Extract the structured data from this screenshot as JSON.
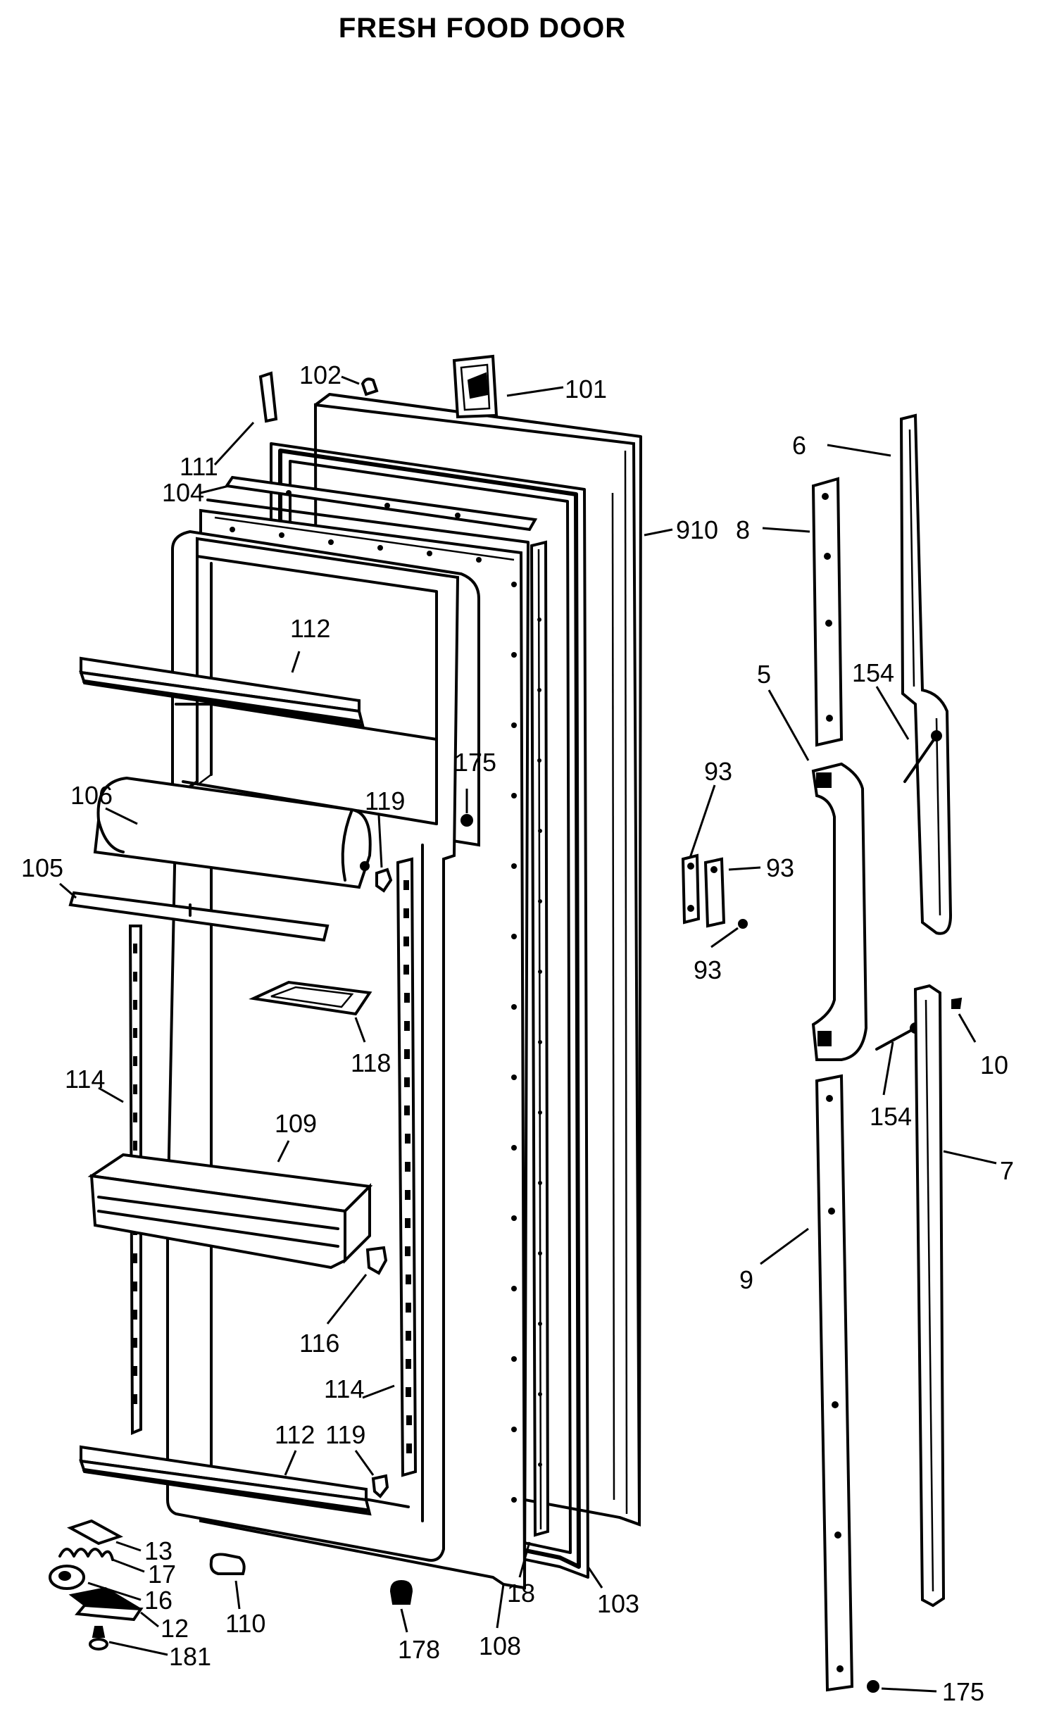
{
  "title": "FRESH FOOD DOOR",
  "callouts": {
    "c101": "101",
    "c102": "102",
    "c111": "111",
    "c104": "104",
    "c112a": "112",
    "c106": "106",
    "c105": "105",
    "c119a": "119",
    "c175a": "175",
    "c118": "118",
    "c114a": "114",
    "c109": "109",
    "c116": "116",
    "c114b": "114",
    "c112b": "112",
    "c119b": "119",
    "c13": "13",
    "c17": "17",
    "c16": "16",
    "c12": "12",
    "c181": "181",
    "c110": "110",
    "c178": "178",
    "c108": "108",
    "c18": "18",
    "c103": "103",
    "c910": "910",
    "c6": "6",
    "c8": "8",
    "c5": "5",
    "c154a": "154",
    "c93a": "93",
    "c93b": "93",
    "c93c": "93",
    "c10": "10",
    "c154b": "154",
    "c7": "7",
    "c9": "9",
    "c175b": "175"
  }
}
